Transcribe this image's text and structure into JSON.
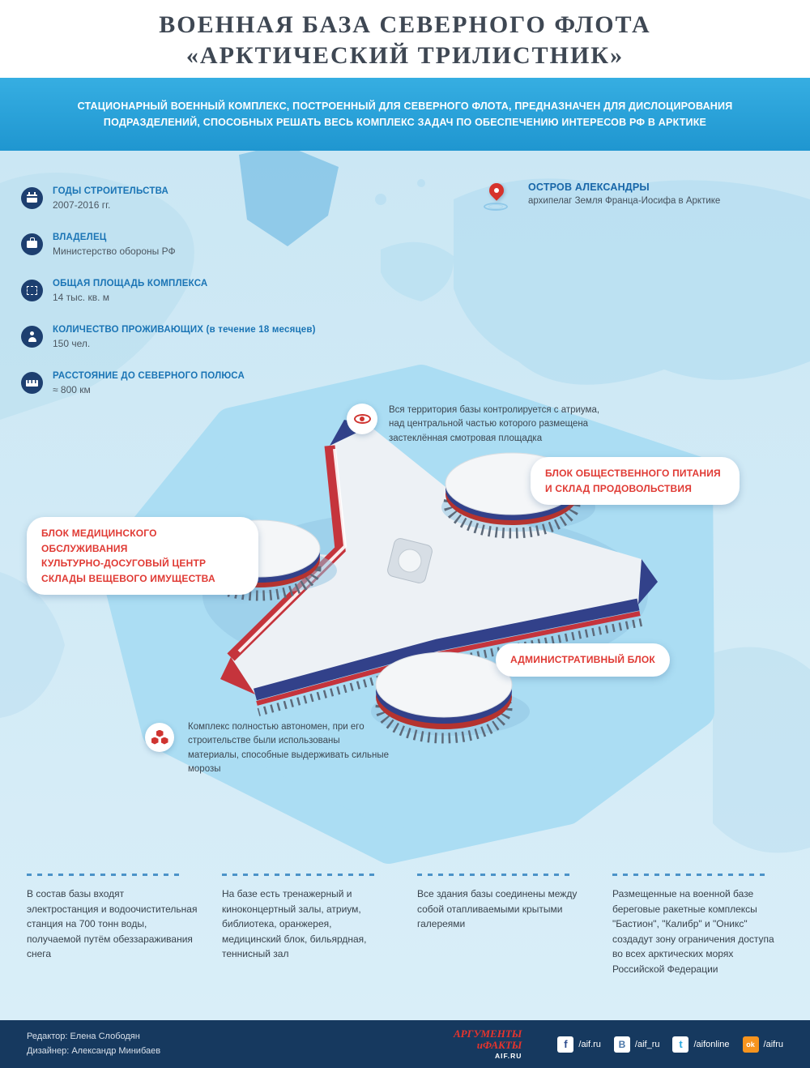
{
  "header": {
    "title_line1": "ВОЕННАЯ БАЗА СЕВЕРНОГО ФЛОТА",
    "title_line2": "«АРКТИЧЕСКИЙ ТРИЛИСТНИК»"
  },
  "banner": {
    "text": "СТАЦИОНАРНЫЙ ВОЕННЫЙ КОМПЛЕКС, ПОСТРОЕННЫЙ ДЛЯ СЕВЕРНОГО ФЛОТА, ПРЕДНАЗНАЧЕН ДЛЯ ДИСЛОЦИРОВАНИЯ ПОДРАЗДЕЛЕНИЙ, СПОСОБНЫХ РЕШАТЬ ВЕСЬ КОМПЛЕКС ЗАДАЧ ПО ОБЕСПЕЧЕНИЮ ИНТЕРЕСОВ РФ В АРКТИКЕ"
  },
  "stats": [
    {
      "icon": "calendar-icon",
      "label": "ГОДЫ СТРОИТЕЛЬСТВА",
      "value": "2007-2016 гг."
    },
    {
      "icon": "briefcase-icon",
      "label": "ВЛАДЕЛЕЦ",
      "value": "Министерство обороны РФ"
    },
    {
      "icon": "area-icon",
      "label": "ОБЩАЯ ПЛОЩАДЬ КОМПЛЕКСА",
      "value": "14 тыс. кв. м"
    },
    {
      "icon": "person-icon",
      "label": "КОЛИЧЕСТВО ПРОЖИВАЮЩИХ (в течение 18 месяцев)",
      "value": "150 чел."
    },
    {
      "icon": "ruler-icon",
      "label": "РАССТОЯНИЕ ДО СЕВЕРНОГО ПОЛЮСА",
      "value": "≈ 800 км"
    }
  ],
  "location": {
    "icon": "map-pin-icon",
    "title": "ОСТРОВ АЛЕКСАНДРЫ",
    "subtitle": "архипелаг Земля Франца-Иосифа в Арктике"
  },
  "notes": {
    "atrium": "Вся территория базы контролируется с атриума, над центральной частью которого размещена застеклённая смотровая площадка",
    "autonomy": "Комплекс полностью автономен, при его строительстве были использованы материалы, способные выдерживать сильные морозы"
  },
  "building_labels": {
    "food": [
      "БЛОК ОБЩЕСТВЕННОГО ПИТАНИЯ",
      "И СКЛАД ПРОДОВОЛЬСТВИЯ"
    ],
    "medical": [
      "БЛОК МЕДИЦИНСКОГО ОБСЛУЖИВАНИЯ",
      "КУЛЬТУРНО-ДОСУГОВЫЙ ЦЕНТР",
      "СКЛАДЫ ВЕЩЕВОГО ИМУЩЕСТВА"
    ],
    "admin": "АДМИНИСТРАТИВНЫЙ БЛОК"
  },
  "facts": [
    "В состав базы входят электростанция и водоочистительная станция на 700 тонн воды, получаемой путём обеззараживания снега",
    "На базе есть тренажерный и киноконцертный залы, атриум, библиотека, оранжерея, медицинский блок, бильярдная, теннисный зал",
    "Все здания базы соединены между собой отапливаемыми крытыми галереями",
    "Размещенные на военной базе береговые ракетные комплексы \"Бастион\", \"Калибр\" и \"Оникс\" создадут зону ограничения доступа во всех арктических морях Российской Федерации"
  ],
  "footer": {
    "credits": [
      "Редактор: Елена Слободян",
      "Дизайнер: Александр Минибаев"
    ],
    "logo": {
      "line1": "АРГУМЕНТЫ",
      "line2": "иФАКТЫ",
      "site": "AIF.RU"
    },
    "social": [
      {
        "icon": "facebook-icon",
        "glyph": "f",
        "handle": "/aif.ru"
      },
      {
        "icon": "vk-icon",
        "glyph": "В",
        "handle": "/aif_ru"
      },
      {
        "icon": "twitter-icon",
        "glyph": "t",
        "handle": "/aifonline"
      },
      {
        "icon": "odnoklassniki-icon",
        "glyph": "ok",
        "handle": "/aifru"
      }
    ]
  },
  "colors": {
    "accent_blue": "#29a3dd",
    "dark_navy": "#16395f",
    "stat_icon_navy": "#1d3f70",
    "red": "#d6332c",
    "label_red": "#e03a34",
    "light_blue_bg": "#cfe9f5",
    "island_blue": "#abddf3"
  }
}
